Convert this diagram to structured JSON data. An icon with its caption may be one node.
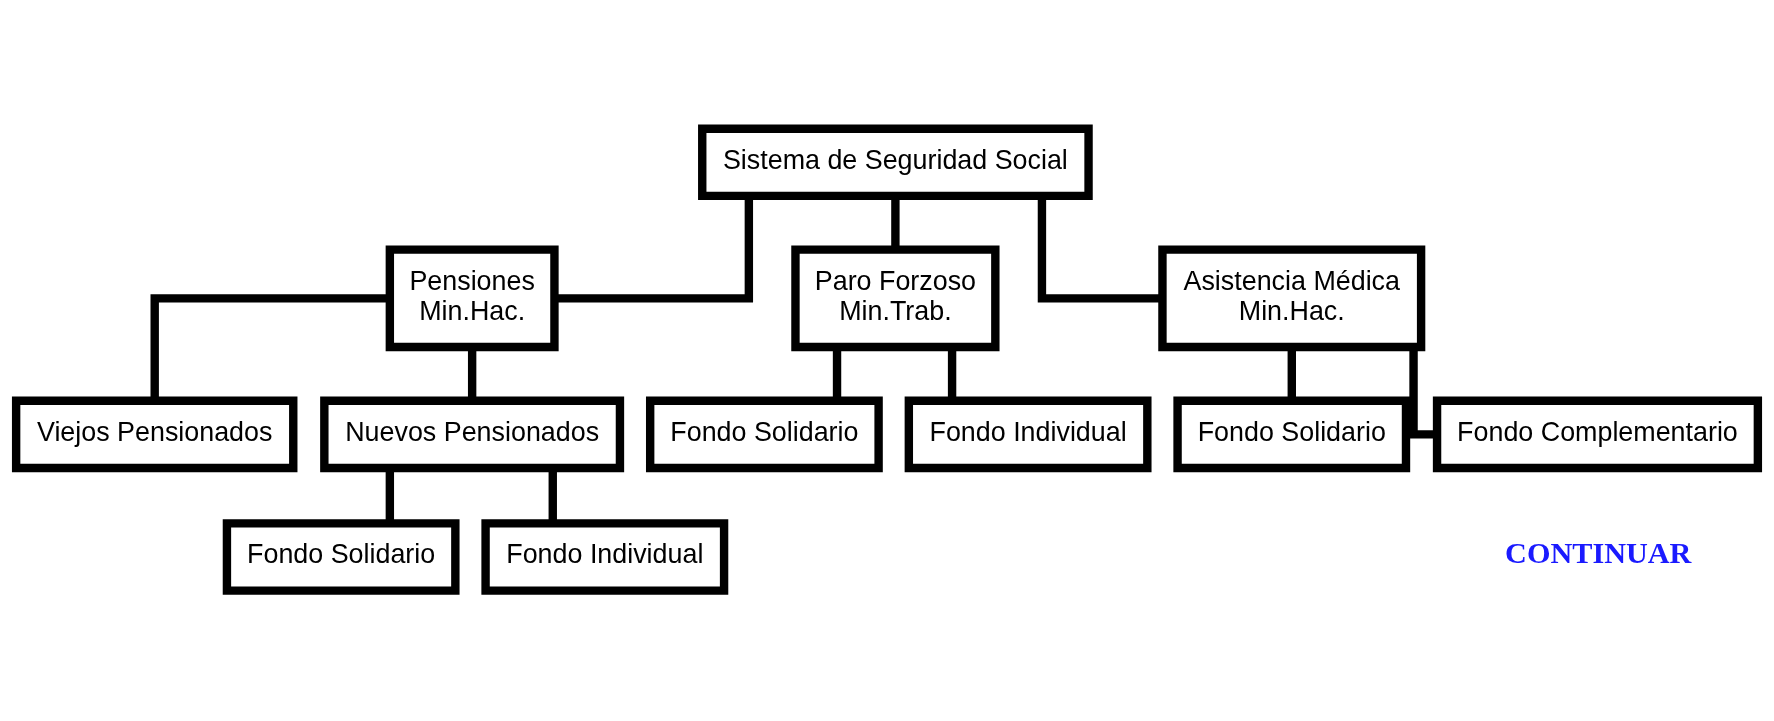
{
  "diagram": {
    "nodes": [
      {
        "text": [
          "Sistema de Seguridad Social"
        ]
      },
      {
        "text": [
          "Pensiones",
          "Min.Hac."
        ]
      },
      {
        "text": [
          "Paro Forzoso",
          "Min.Trab."
        ]
      },
      {
        "text": [
          "Asistencia Médica",
          "Min.Hac."
        ]
      },
      {
        "text": [
          "Viejos Pensionados"
        ]
      },
      {
        "text": [
          "Nuevos Pensionados"
        ]
      },
      {
        "text": [
          "Fondo Solidario"
        ]
      },
      {
        "text": [
          "Fondo Individual"
        ]
      },
      {
        "text": [
          "Fondo Solidario"
        ]
      },
      {
        "text": [
          "Fondo Complementario"
        ]
      },
      {
        "text": [
          "Fondo Solidario"
        ]
      },
      {
        "text": [
          "Fondo Individual"
        ]
      }
    ],
    "edges": [
      {
        "from": 0,
        "to": 1,
        "arrow": "none"
      },
      {
        "from": 0,
        "to": 2,
        "arrow": "none"
      },
      {
        "from": 0,
        "to": 3,
        "arrow": "none"
      },
      {
        "from": 1,
        "to": 4,
        "arrow": "none"
      },
      {
        "from": 1,
        "to": 5,
        "arrow": "none"
      },
      {
        "from": 2,
        "to": 6,
        "arrow": "none"
      },
      {
        "from": 2,
        "to": 7,
        "arrow": "none"
      },
      {
        "from": 3,
        "to": 8,
        "arrow": "none"
      },
      {
        "from": 3,
        "to": 9,
        "arrow": "none"
      },
      {
        "from": 5,
        "to": 10,
        "arrow": "none"
      },
      {
        "from": 5,
        "to": 11,
        "arrow": "none"
      }
    ],
    "labels": [
      "CONTINUAR"
    ]
  }
}
